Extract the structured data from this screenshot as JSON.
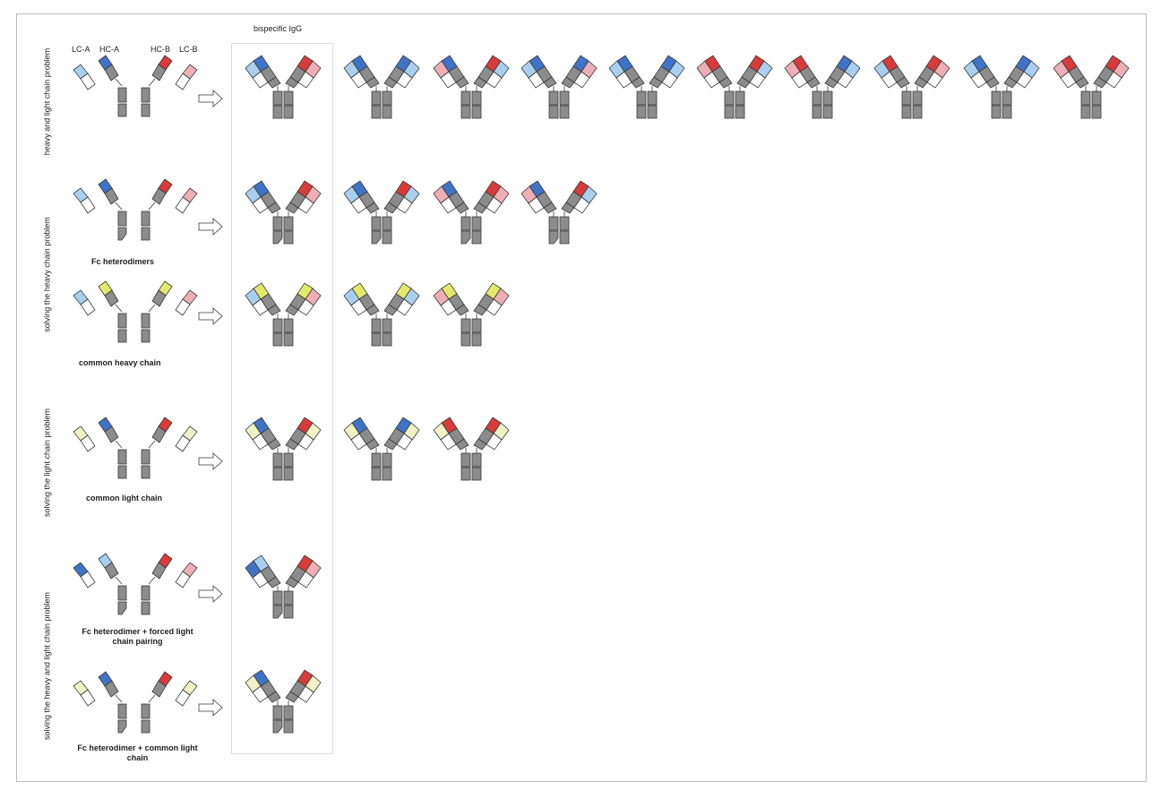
{
  "colors": {
    "dark_blue": "#3f73c7",
    "light_blue": "#a9cfee",
    "red": "#d93a3a",
    "pink": "#eeaeb5",
    "yellow": "#e3ea6a",
    "pale_yellow": "#f0f1c4",
    "gray": "#8c8c8c",
    "white": "#ffffff",
    "outline": "#3a3a3a"
  },
  "header": {
    "bispecific_title": "bispecific IgG"
  },
  "chain_labels": [
    "LC-A",
    "HC-A",
    "HC-B",
    "LC-B"
  ],
  "sections": [
    {
      "row_label": "heavy and light chain problem",
      "caption": "",
      "parent": {
        "lcA": "light_blue",
        "hcA": "dark_blue",
        "hcB": "red",
        "lcB": "pink",
        "knob": false
      },
      "products": [
        {
          "L": [
            "dark_blue",
            "light_blue"
          ],
          "R": [
            "red",
            "pink"
          ],
          "knob": false
        },
        {
          "L": [
            "dark_blue",
            "light_blue"
          ],
          "R": [
            "dark_blue",
            "light_blue"
          ],
          "knob": false
        },
        {
          "L": [
            "dark_blue",
            "pink"
          ],
          "R": [
            "red",
            "light_blue"
          ],
          "knob": false
        },
        {
          "L": [
            "dark_blue",
            "light_blue"
          ],
          "R": [
            "dark_blue",
            "pink"
          ],
          "knob": false
        },
        {
          "L": [
            "dark_blue",
            "light_blue"
          ],
          "R": [
            "dark_blue",
            "light_blue"
          ],
          "knob": false
        },
        {
          "L": [
            "red",
            "pink"
          ],
          "R": [
            "red",
            "light_blue"
          ],
          "knob": false
        },
        {
          "L": [
            "red",
            "pink"
          ],
          "R": [
            "dark_blue",
            "light_blue"
          ],
          "knob": false
        },
        {
          "L": [
            "red",
            "light_blue"
          ],
          "R": [
            "red",
            "pink"
          ],
          "knob": false
        },
        {
          "L": [
            "dark_blue",
            "light_blue"
          ],
          "R": [
            "dark_blue",
            "light_blue"
          ],
          "knob": false
        },
        {
          "L": [
            "red",
            "pink"
          ],
          "R": [
            "red",
            "pink"
          ],
          "knob": false
        }
      ]
    },
    {
      "row_label": "solving the heavy chain problem",
      "caption": "Fc heterodimers",
      "parent": {
        "lcA": "light_blue",
        "hcA": "dark_blue",
        "hcB": "red",
        "lcB": "pink",
        "knob": true
      },
      "products": [
        {
          "L": [
            "dark_blue",
            "light_blue"
          ],
          "R": [
            "red",
            "pink"
          ],
          "knob": true
        },
        {
          "L": [
            "dark_blue",
            "light_blue"
          ],
          "R": [
            "red",
            "light_blue"
          ],
          "knob": true
        },
        {
          "L": [
            "dark_blue",
            "pink"
          ],
          "R": [
            "red",
            "pink"
          ],
          "knob": true
        },
        {
          "L": [
            "dark_blue",
            "pink"
          ],
          "R": [
            "red",
            "light_blue"
          ],
          "knob": true
        }
      ]
    },
    {
      "row_label": "",
      "caption": "common heavy chain",
      "parent": {
        "lcA": "light_blue",
        "hcA": "yellow",
        "hcB": "yellow",
        "lcB": "pink",
        "knob": false
      },
      "products": [
        {
          "L": [
            "yellow",
            "light_blue"
          ],
          "R": [
            "yellow",
            "pink"
          ],
          "knob": false
        },
        {
          "L": [
            "yellow",
            "light_blue"
          ],
          "R": [
            "yellow",
            "light_blue"
          ],
          "knob": false
        },
        {
          "L": [
            "yellow",
            "pink"
          ],
          "R": [
            "yellow",
            "pink"
          ],
          "knob": false
        }
      ]
    },
    {
      "row_label": "solving the light chain problem",
      "caption": "common light chain",
      "parent": {
        "lcA": "pale_yellow",
        "hcA": "dark_blue",
        "hcB": "red",
        "lcB": "pale_yellow",
        "knob": false
      },
      "products": [
        {
          "L": [
            "dark_blue",
            "pale_yellow"
          ],
          "R": [
            "red",
            "pale_yellow"
          ],
          "knob": false
        },
        {
          "L": [
            "dark_blue",
            "pale_yellow"
          ],
          "R": [
            "dark_blue",
            "pale_yellow"
          ],
          "knob": false
        },
        {
          "L": [
            "red",
            "pale_yellow"
          ],
          "R": [
            "red",
            "pale_yellow"
          ],
          "knob": false
        }
      ]
    },
    {
      "row_label": "solving the heavy and light chain problem",
      "caption": "Fc heterodimer + forced light chain pairing",
      "parent": {
        "lcA": "dark_blue",
        "hcA": "light_blue",
        "hcB": "red",
        "lcB": "pink",
        "knob": true
      },
      "products": [
        {
          "L": [
            "light_blue",
            "dark_blue"
          ],
          "R": [
            "red",
            "pink"
          ],
          "knob": true
        }
      ]
    },
    {
      "row_label": "",
      "caption": "Fc heterodimer + common light chain",
      "parent": {
        "lcA": "pale_yellow",
        "hcA": "dark_blue",
        "hcB": "red",
        "lcB": "pale_yellow",
        "knob": true
      },
      "products": [
        {
          "L": [
            "dark_blue",
            "pale_yellow"
          ],
          "R": [
            "red",
            "pale_yellow"
          ],
          "knob": true
        }
      ]
    }
  ]
}
